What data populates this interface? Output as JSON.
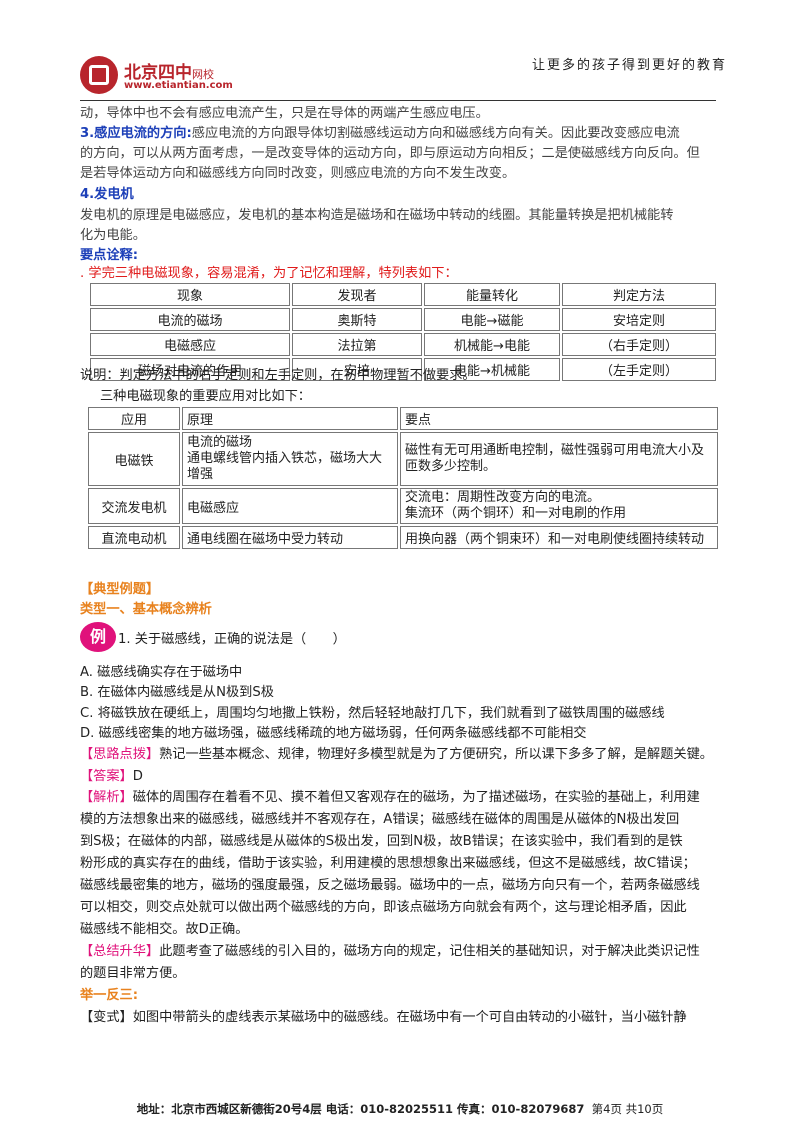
{
  "header": {
    "logo_name": "北京四中",
    "logo_sub": "网校",
    "logo_url": "www.etiantian.com",
    "slogan": "让更多的孩子得到更好的教育"
  },
  "p0": "动，导体中也不会有感应电流产生，只是在导体的两端产生感应电压。",
  "sec3": {
    "title": "3.感应电流的方向:",
    "line1": "感应电流的方向跟导体切割磁感线运动方向和磁感线方向有关。因此要改变感应电流",
    "line2": "的方向，可以从两方面考虑，一是改变导体的运动方向，即与原运动方向相反；二是使磁感线方向反向。但",
    "line3": "是若导体运动方向和磁感线方向同时改变，则感应电流的方向不发生改变。"
  },
  "sec4": {
    "title": "4.发电机",
    "line1": "发电机的原理是电磁感应，发电机的基本构造是磁场和在磁场中转动的线圈。其能量转换是把机械能转",
    "line2": "化为电能。"
  },
  "key_points": {
    "title": "要点诠释:",
    "intro_dot": ".",
    "intro": " 学完三种电磁现象，容易混淆，为了记忆和理解，特列表如下："
  },
  "table1": {
    "headers": [
      "现象",
      "发现者",
      "能量转化",
      "判定方法"
    ],
    "rows": [
      [
        "电流的磁场",
        "奥斯特",
        "电能→磁能",
        "安培定则"
      ],
      [
        "电磁感应",
        "法拉第",
        "机械能→电能",
        "（右手定则）"
      ],
      [
        "磁场对电流的作用",
        "安培",
        "电能→机械能",
        "（左手定则）"
      ]
    ]
  },
  "note": "说明：判定方法中的右手定则和左手定则，在初中物理暂不做要求。",
  "table2_intro": "三种电磁现象的重要应用对比如下：",
  "table2": {
    "headers": [
      "应用",
      "原理",
      "要点"
    ],
    "rows": [
      {
        "app": "电磁铁",
        "principle_1": "电流的磁场",
        "principle_2": "通电螺线管内插入铁芯，磁场大大增强",
        "key_1": "磁性有无可用通断电控制，磁性强弱可用电流大小及匝数多少控制。",
        "key_2": ""
      },
      {
        "app": "交流发电机",
        "principle_1": "电磁感应",
        "principle_2": "",
        "key_1": "交流电：周期性改变方向的电流。",
        "key_2": "集流环（两个铜环）和一对电刷的作用"
      },
      {
        "app": "直流电动机",
        "principle_1": "通电线圈在磁场中受力转动",
        "principle_2": "",
        "key_1": "用换向器（两个铜束环）和一对电刷使线圈持续转动",
        "key_2": ""
      }
    ]
  },
  "examples": {
    "title": "【典型例题】",
    "type1": "类型一、基本概念辨析",
    "badge": "例",
    "q1": "1. 关于磁感线，正确的说法是（　　）",
    "options": [
      "A. 磁感线确实存在于磁场中",
      "B. 在磁体内磁感线是从N极到S极",
      "C. 将磁铁放在硬纸上，周围均匀地撒上铁粉，然后轻轻地敲打几下，我们就看到了磁铁周围的磁感线",
      "D. 磁感线密集的地方磁场强，磁感线稀疏的地方磁场弱，任何两条磁感线都不可能相交"
    ],
    "hint_label": "【思路点拨】",
    "hint": "熟记一些基本概念、规律，物理好多模型就是为了方便研究，所以课下多多了解，是解题关键。",
    "answer_label": "【答案】",
    "answer": "D",
    "analysis_label": "【解析】",
    "analysis_1": "磁体的周围存在着看不见、摸不着但又客观存在的磁场，为了描述磁场，在实验的基础上，利用建",
    "analysis_2": "模的方法想象出来的磁感线，磁感线并不客观存在，A错误；磁感线在磁体的周围是从磁体的N极出发回",
    "analysis_3": "到S极；在磁体的内部，磁感线是从磁体的S极出发，回到N极，故B错误；在该实验中，我们看到的是铁",
    "analysis_4": "粉形成的真实存在的曲线，借助于该实验，利用建模的思想想象出来磁感线，但这不是磁感线，故C错误；",
    "analysis_5": "磁感线最密集的地方，磁场的强度最强，反之磁场最弱。磁场中的一点，磁场方向只有一个，若两条磁感线",
    "analysis_6": "可以相交，则交点处就可以做出两个磁感线的方向，即该点磁场方向就会有两个，这与理论相矛盾，因此",
    "analysis_7": "磁感线不能相交。故D正确。",
    "summary_label": "【总结升华】",
    "summary_1": "此题考查了磁感线的引入目的，磁场方向的规定，记住相关的基础知识，对于解决此类识记性",
    "summary_2": "的题目非常方便。",
    "practice_title": "举一反三:",
    "variant_label": "【变式】",
    "variant": "如图中带箭头的虚线表示某磁场中的磁感线。在磁场中有一个可自由转动的小磁针，当小磁针静"
  },
  "footer": {
    "address": "地址：北京市西城区新德街20号4层 电话：010-82025511 传真：010-82079687",
    "page": "第4页 共10页"
  }
}
